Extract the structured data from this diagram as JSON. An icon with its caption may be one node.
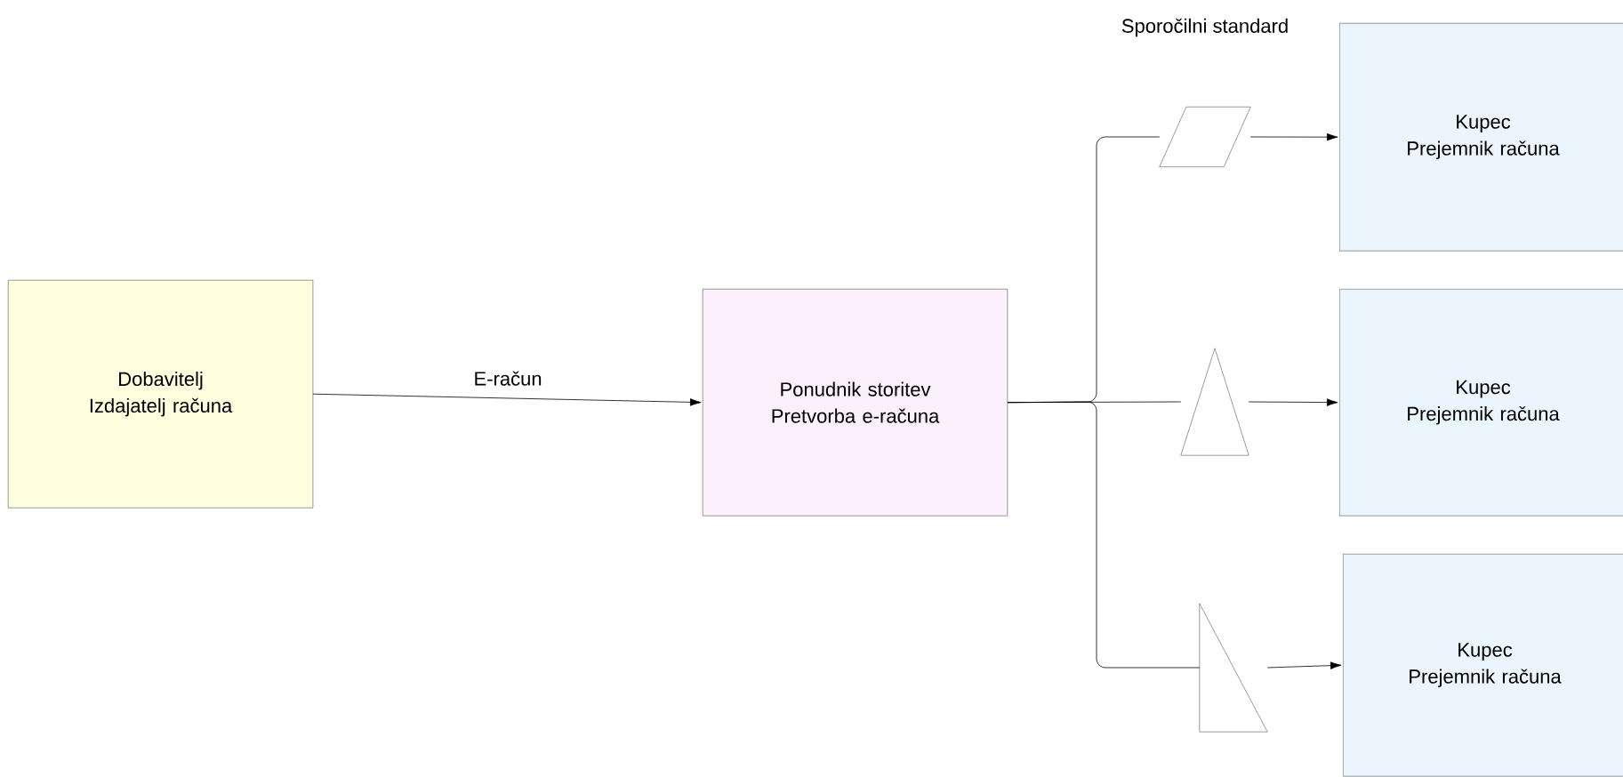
{
  "diagram": {
    "nodes": [
      {
        "text": [
          "Dobavitelj",
          "Izdajatelj računa"
        ]
      },
      {
        "text": [
          "Ponudnik storitev",
          "Pretvorba e-računa"
        ]
      },
      {
        "text": [
          "Kupec",
          "Prejemnik računa"
        ]
      },
      {
        "text": [
          "Kupec",
          "Prejemnik računa"
        ]
      },
      {
        "text": [
          "Kupec",
          "Prejemnik računa"
        ]
      },
      {
        "text": [],
        "shape": "parallelogram"
      },
      {
        "text": [],
        "shape": "triangle"
      },
      {
        "text": [],
        "shape": "right-triangle"
      }
    ],
    "edges": [
      {
        "from": 0,
        "to": 1,
        "arrow": "to",
        "label": "E-račun"
      },
      {
        "from": 1,
        "to": 5,
        "arrow": "none"
      },
      {
        "from": 1,
        "to": 6,
        "arrow": "none"
      },
      {
        "from": 1,
        "to": 7,
        "arrow": "none"
      },
      {
        "from": 5,
        "to": 2,
        "arrow": "to"
      },
      {
        "from": 6,
        "to": 3,
        "arrow": "to"
      },
      {
        "from": 7,
        "to": 4,
        "arrow": "to"
      }
    ],
    "labels": [
      "Sporočilni standard"
    ]
  }
}
